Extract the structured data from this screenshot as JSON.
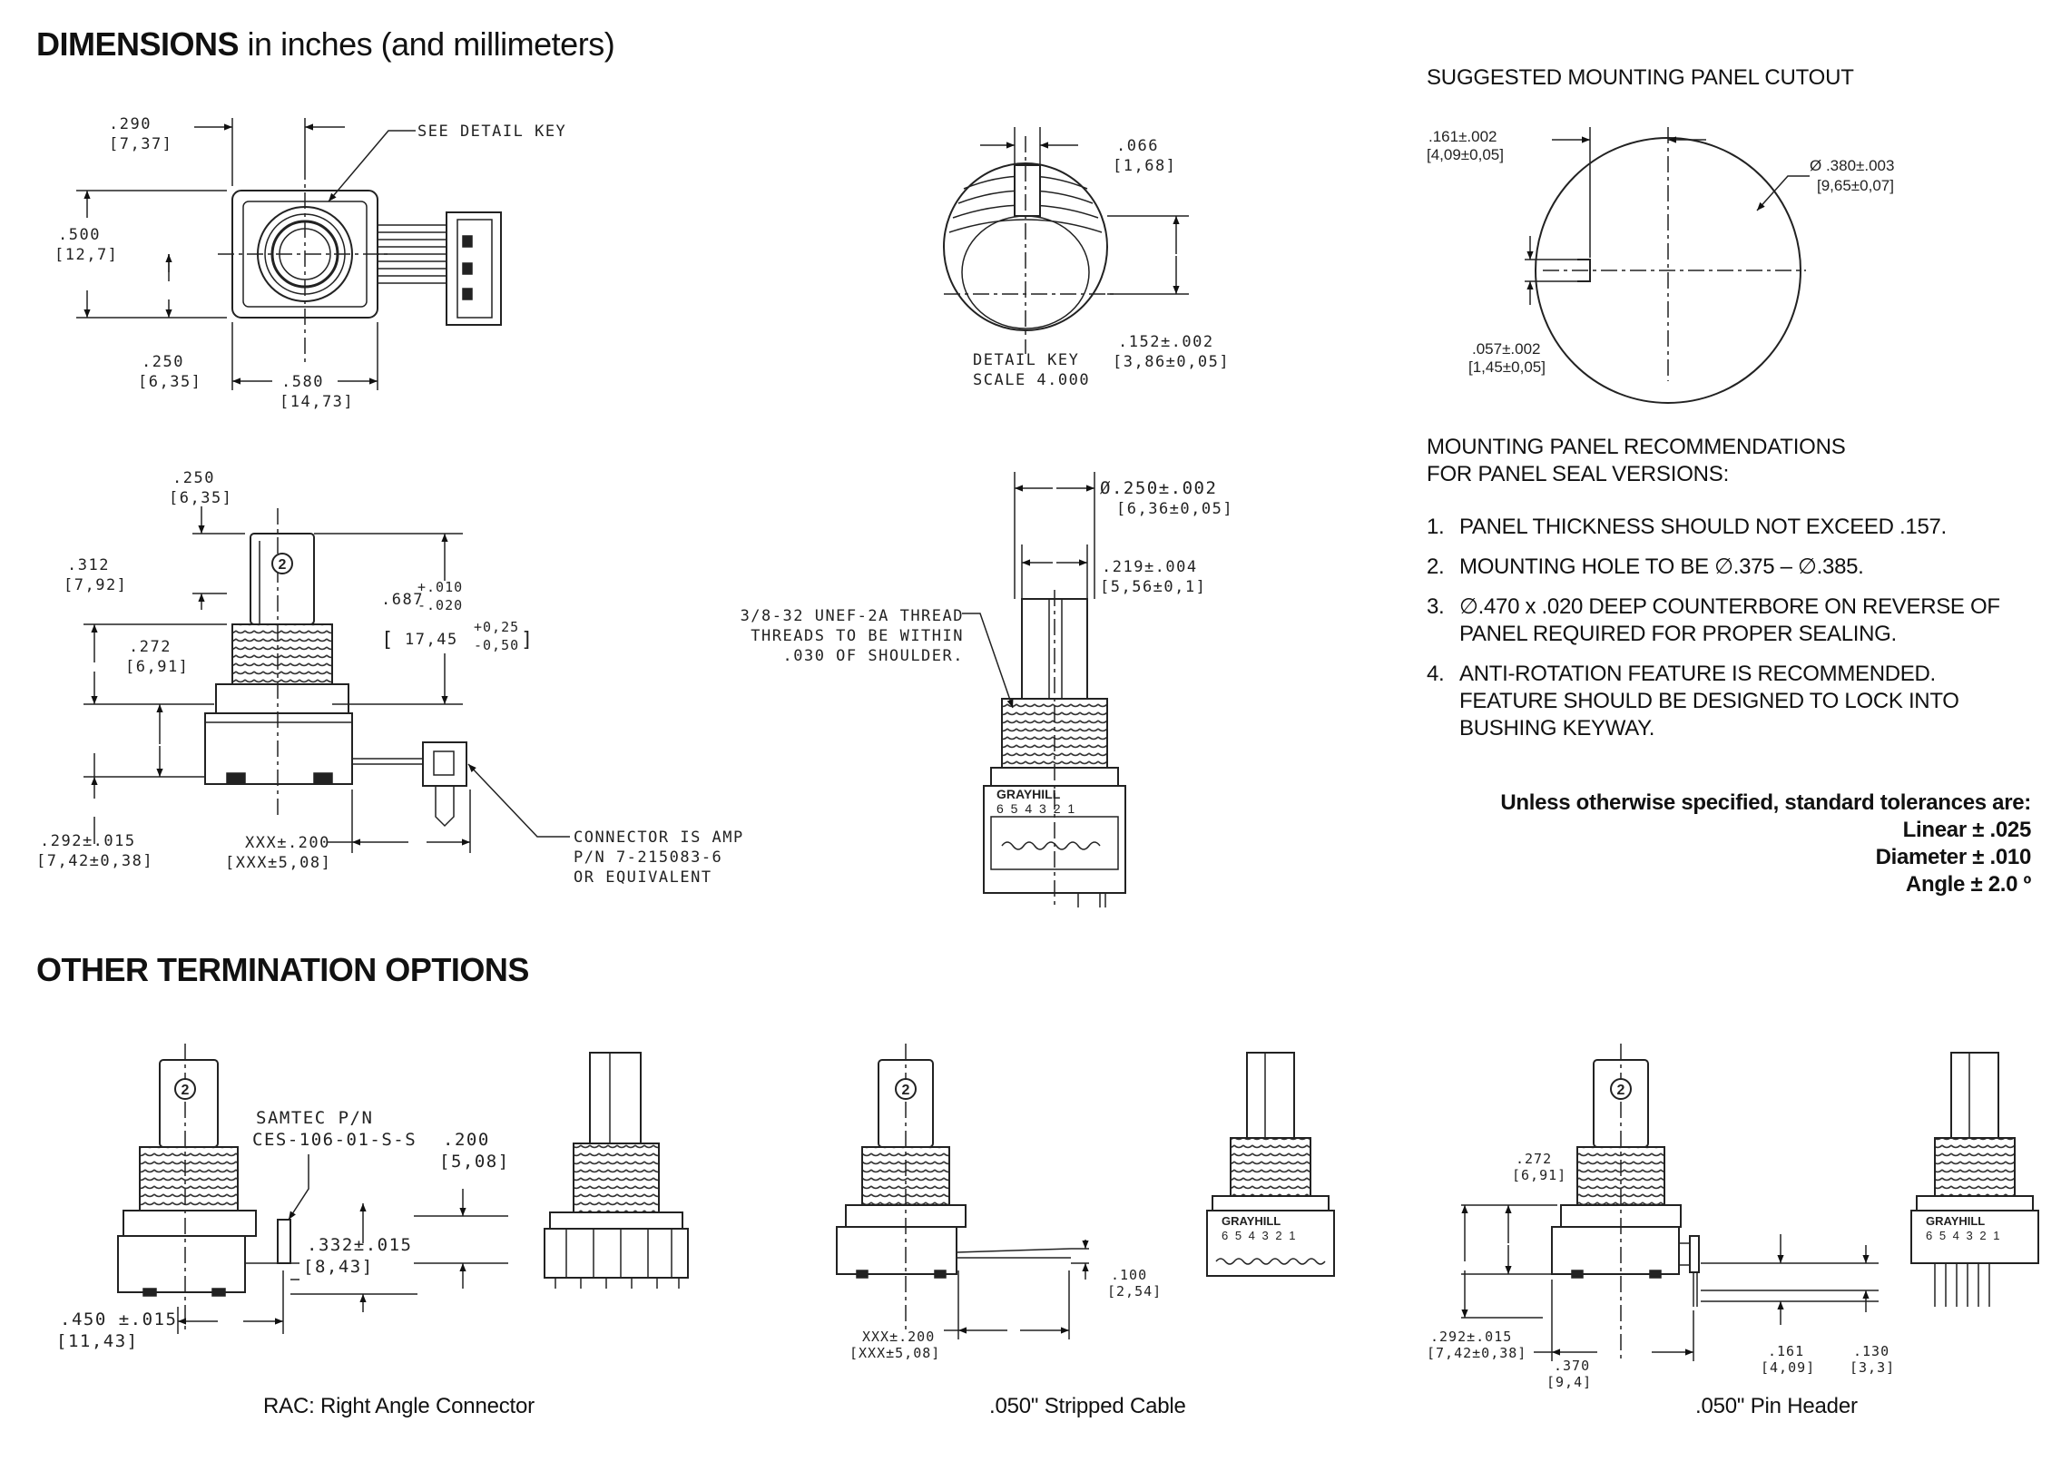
{
  "header": {
    "title_bold": "DIMENSIONS",
    "title_rest": "in inches (and millimeters)",
    "other_title": "OTHER TERMINATION OPTIONS"
  },
  "top_view": {
    "w290": ".290",
    "w290_mm": "[7,37]",
    "see_detail": "SEE DETAIL  KEY",
    "h500": ".500",
    "h500_mm": "[12,7]",
    "h250": ".250",
    "h250_mm": "[6,35]",
    "w580": ".580",
    "w580_mm": "[14,73]"
  },
  "detail_key": {
    "d066": ".066",
    "d066_mm": "[1,68]",
    "d152": ".152±.002",
    "d152_mm": "[3,86±0,05]",
    "label1": "DETAIL  KEY",
    "label2": "SCALE  4.000"
  },
  "cutout": {
    "title": "SUGGESTED MOUNTING PANEL CUTOUT",
    "d161": ".161±.002",
    "d161_mm": "[4,09±0,05]",
    "d380": "Ø .380±.003",
    "d380_mm": "[9,65±0,07]",
    "d057": ".057±.002",
    "d057_mm": "[1,45±0,05]"
  },
  "side_view": {
    "d250": ".250",
    "d250_mm": "[6,35]",
    "d312": ".312",
    "d312_mm": "[7,92]",
    "d687": ".687",
    "d687_tol_plus": "+.010",
    "d687_tol_minus": "-.020",
    "d687_mm": "17,45",
    "d687_mm_plus": "+0,25",
    "d687_mm_minus": "-0,50",
    "d272": ".272",
    "d272_mm": "[6,91]",
    "d292": ".292±.015",
    "d292_mm": "[7,42±0,38]",
    "xxx": "XXX±.200",
    "xxx_mm": "[XXX±5,08]",
    "conn1": "CONNECTOR IS AMP",
    "conn2": "P/N 7-215083-6",
    "conn3": "OR EQUIVALENT"
  },
  "front_view": {
    "d250": "Ø.250±.002",
    "d250_mm": "[6,36±0,05]",
    "d219": ".219±.004",
    "d219_mm": "[5,56±0,1]",
    "thread1": "3/8-32 UNEF-2A THREAD",
    "thread2": "THREADS TO BE WITHIN",
    "thread3": ".030 OF SHOULDER.",
    "brand": "GRAYHILL",
    "digits": "6 5 4 3 2 1"
  },
  "recommendations": {
    "title1": "MOUNTING PANEL RECOMMENDATIONS",
    "title2": "FOR PANEL SEAL VERSIONS:",
    "items": [
      {
        "num": "1.",
        "text": "PANEL THICKNESS SHOULD NOT EXCEED .157."
      },
      {
        "num": "2.",
        "text": "MOUNTING HOLE TO BE ∅.375 – ∅.385."
      },
      {
        "num": "3.",
        "text": "∅.470 x .020 DEEP COUNTERBORE ON REVERSE OF PANEL REQUIRED FOR PROPER SEALING."
      },
      {
        "num": "4.",
        "text": "ANTI-ROTATION FEATURE IS RECOMMENDED. FEATURE SHOULD BE DESIGNED TO LOCK INTO BUSHING KEYWAY."
      }
    ]
  },
  "tolerances": {
    "line1": "Unless otherwise specified, standard tolerances are:",
    "line2": "Linear ± .025",
    "line3": "Diameter ± .010",
    "line4": "Angle ± 2.0 º"
  },
  "rac": {
    "samtec1": "SAMTEC P/N",
    "samtec2": "CES-106-01-S-S",
    "d200": ".200",
    "d200_mm": "[5,08]",
    "d332": ".332±.015",
    "d332_mm": "[8,43]",
    "d450": ".450 ±.015",
    "d450_mm": "[11,43]",
    "caption": "RAC: Right Angle Connector"
  },
  "stripped": {
    "d100": ".100",
    "d100_mm": "[2,54]",
    "xxx": "XXX±.200",
    "xxx_mm": "[XXX±5,08]",
    "brand": "GRAYHILL",
    "digits": "6 5 4 3 2 1",
    "caption": ".050\" Stripped Cable"
  },
  "pinheader": {
    "d272": ".272",
    "d272_mm": "[6,91]",
    "d292": ".292±.015",
    "d292_mm": "[7,42±0,38]",
    "d370": ".370",
    "d370_mm": "[9,4]",
    "d161": ".161",
    "d161_mm": "[4,09]",
    "d130": ".130",
    "d130_mm": "[3,3]",
    "brand": "GRAYHILL",
    "digits": "6 5 4 3 2 1",
    "caption": ".050\" Pin Header"
  },
  "icons": {
    "pin_marker": "2"
  }
}
